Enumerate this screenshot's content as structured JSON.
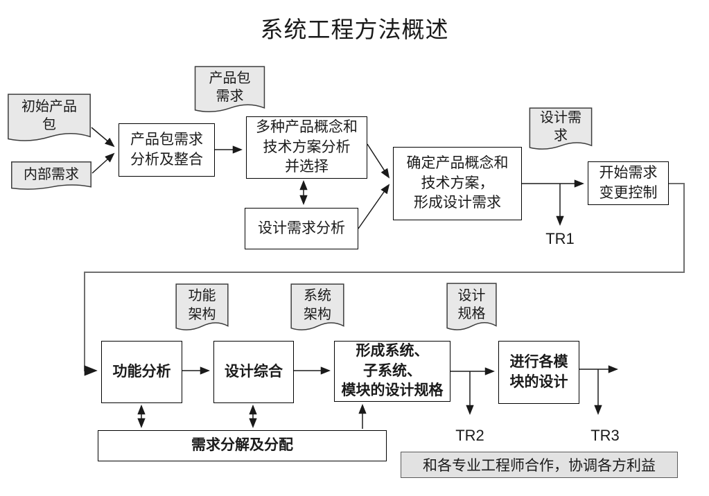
{
  "title": "系统工程方法概述",
  "colors": {
    "doc_fill": "#e8e8e8",
    "doc_border": "#3c3c3c",
    "box_border": "#000000",
    "line_color": "#1a1a1a",
    "feedback_line": "#6e6e6e",
    "note_fill": "#e2e2e2",
    "note_border": "#595959",
    "text_color": "#1a1a1a"
  },
  "documents": {
    "initial_product_package": {
      "lines": [
        "初始产品",
        "包"
      ]
    },
    "internal_requirements": {
      "lines": [
        "内部需求"
      ]
    },
    "product_package_requirements": {
      "lines": [
        "产品包",
        "需求"
      ]
    },
    "design_requirements": {
      "lines": [
        "设计需",
        "求"
      ]
    },
    "functional_architecture": {
      "lines": [
        "功能",
        "架构"
      ]
    },
    "system_architecture": {
      "lines": [
        "系统",
        "架构"
      ]
    },
    "design_specification": {
      "lines": [
        "设计",
        "规格"
      ]
    }
  },
  "processes": {
    "package_req_analysis": {
      "lines": [
        "产品包需求",
        "分析及整合"
      ]
    },
    "concept_selection": {
      "lines": [
        "多种产品概念和",
        "技术方案分析",
        "并选择"
      ]
    },
    "design_req_analysis": {
      "lines": [
        "设计需求分析"
      ]
    },
    "confirm_concept": {
      "lines": [
        "确定产品概念和",
        "技术方案，",
        "形成设计需求"
      ]
    },
    "change_control": {
      "lines": [
        "开始需求",
        "变更控制"
      ]
    },
    "functional_analysis": {
      "lines": [
        "功能分析"
      ]
    },
    "design_synthesis": {
      "lines": [
        "设计综合"
      ]
    },
    "form_design_specs": {
      "lines": [
        "形成系统、",
        "子系统、",
        "模块的设计规格"
      ]
    },
    "module_design": {
      "lines": [
        "进行各模",
        "块的设计"
      ]
    },
    "req_decomposition": {
      "lines": [
        "需求分解及分配"
      ]
    }
  },
  "milestones": {
    "tr1": "TR1",
    "tr2": "TR2",
    "tr3": "TR3"
  },
  "note": {
    "text": "和各专业工程师合作，协调各方利益"
  }
}
